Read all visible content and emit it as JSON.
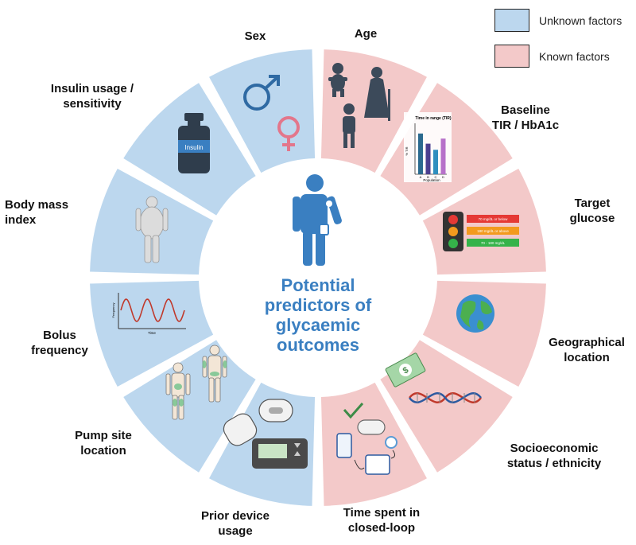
{
  "colors": {
    "unknown": "#bcd7ee",
    "known": "#f3c9c9",
    "accent": "#3a7fc1",
    "icon": "#3a7fc1"
  },
  "legend": [
    {
      "label": "Unknown factors",
      "color": "#bcd7ee"
    },
    {
      "label": "Known factors",
      "color": "#f3c9c9"
    }
  ],
  "center_title": "Potential\npredictors of\nglycaemic\noutcomes",
  "segments": [
    {
      "label": "Age",
      "type": "known",
      "icon": "family-icon"
    },
    {
      "label": "Baseline\nTIR / HbA1c",
      "type": "known",
      "icon": "tir-chart-icon"
    },
    {
      "label": "Target\nglucose",
      "type": "known",
      "icon": "traffic-light-icon"
    },
    {
      "label": "Geographical\nlocation",
      "type": "known",
      "icon": "globe-icon"
    },
    {
      "label": "Socioeconomic\nstatus / ethnicity",
      "type": "known",
      "icon": "dna-money-icon"
    },
    {
      "label": "Time spent in\nclosed-loop",
      "type": "known",
      "icon": "closed-loop-icon"
    },
    {
      "label": "Prior device\nusage",
      "type": "unknown",
      "icon": "pump-device-icon"
    },
    {
      "label": "Pump site\nlocation",
      "type": "unknown",
      "icon": "body-sites-icon"
    },
    {
      "label": "Bolus\nfrequency",
      "type": "unknown",
      "icon": "sine-wave-icon"
    },
    {
      "label": "Body mass\nindex",
      "type": "unknown",
      "icon": "body-figure-icon"
    },
    {
      "label": "Insulin usage /\nsensitivity",
      "type": "unknown",
      "icon": "insulin-vial-icon"
    },
    {
      "label": "Sex",
      "type": "unknown",
      "icon": "gender-symbols-icon"
    }
  ],
  "tir_chart": {
    "title": "Time in range\n(TIR)",
    "ylabel": "% TIR",
    "xlabel": "Population",
    "categories": [
      "A",
      "B",
      "C",
      "D"
    ],
    "values": [
      80,
      60,
      48,
      70
    ],
    "colors": [
      "#2b6a8f",
      "#4b3f8f",
      "#2f8fbf",
      "#b770c9"
    ]
  },
  "traffic_light": {
    "rows": [
      {
        "label": "70 mg/dL or below",
        "color": "#e53935"
      },
      {
        "label": "180 mg/dL or above",
        "color": "#f39a1e"
      },
      {
        "label": "70 - 180 mg/dL",
        "color": "#35b34a"
      }
    ]
  },
  "bolus_plot": {
    "ylabel": "Frequency",
    "xlabel": "Time"
  },
  "insulin_vial": {
    "label": "Insulin"
  }
}
